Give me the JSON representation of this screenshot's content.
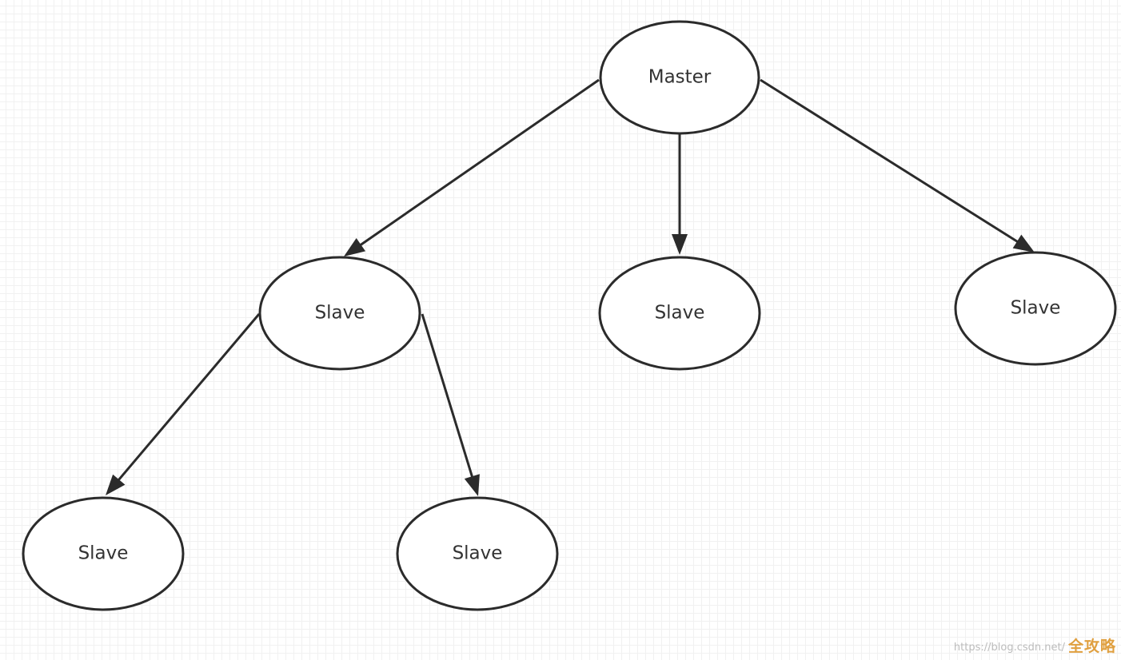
{
  "diagram": {
    "nodes": [
      {
        "id": "master",
        "label": "Master"
      },
      {
        "id": "slave-1",
        "label": "Slave"
      },
      {
        "id": "slave-2",
        "label": "Slave"
      },
      {
        "id": "slave-3",
        "label": "Slave"
      },
      {
        "id": "slave-4",
        "label": "Slave"
      },
      {
        "id": "slave-5",
        "label": "Slave"
      }
    ],
    "edges": [
      {
        "from": "master",
        "to": "slave-1"
      },
      {
        "from": "master",
        "to": "slave-2"
      },
      {
        "from": "master",
        "to": "slave-3"
      },
      {
        "from": "slave-1",
        "to": "slave-4"
      },
      {
        "from": "slave-1",
        "to": "slave-5"
      }
    ],
    "colors": {
      "stroke": "#2b2b2b",
      "fill": "#ffffff",
      "grid": "#e4e4e4"
    }
  },
  "watermark": {
    "url": "https://blog.csdn.net/",
    "brand": "全攻略"
  }
}
